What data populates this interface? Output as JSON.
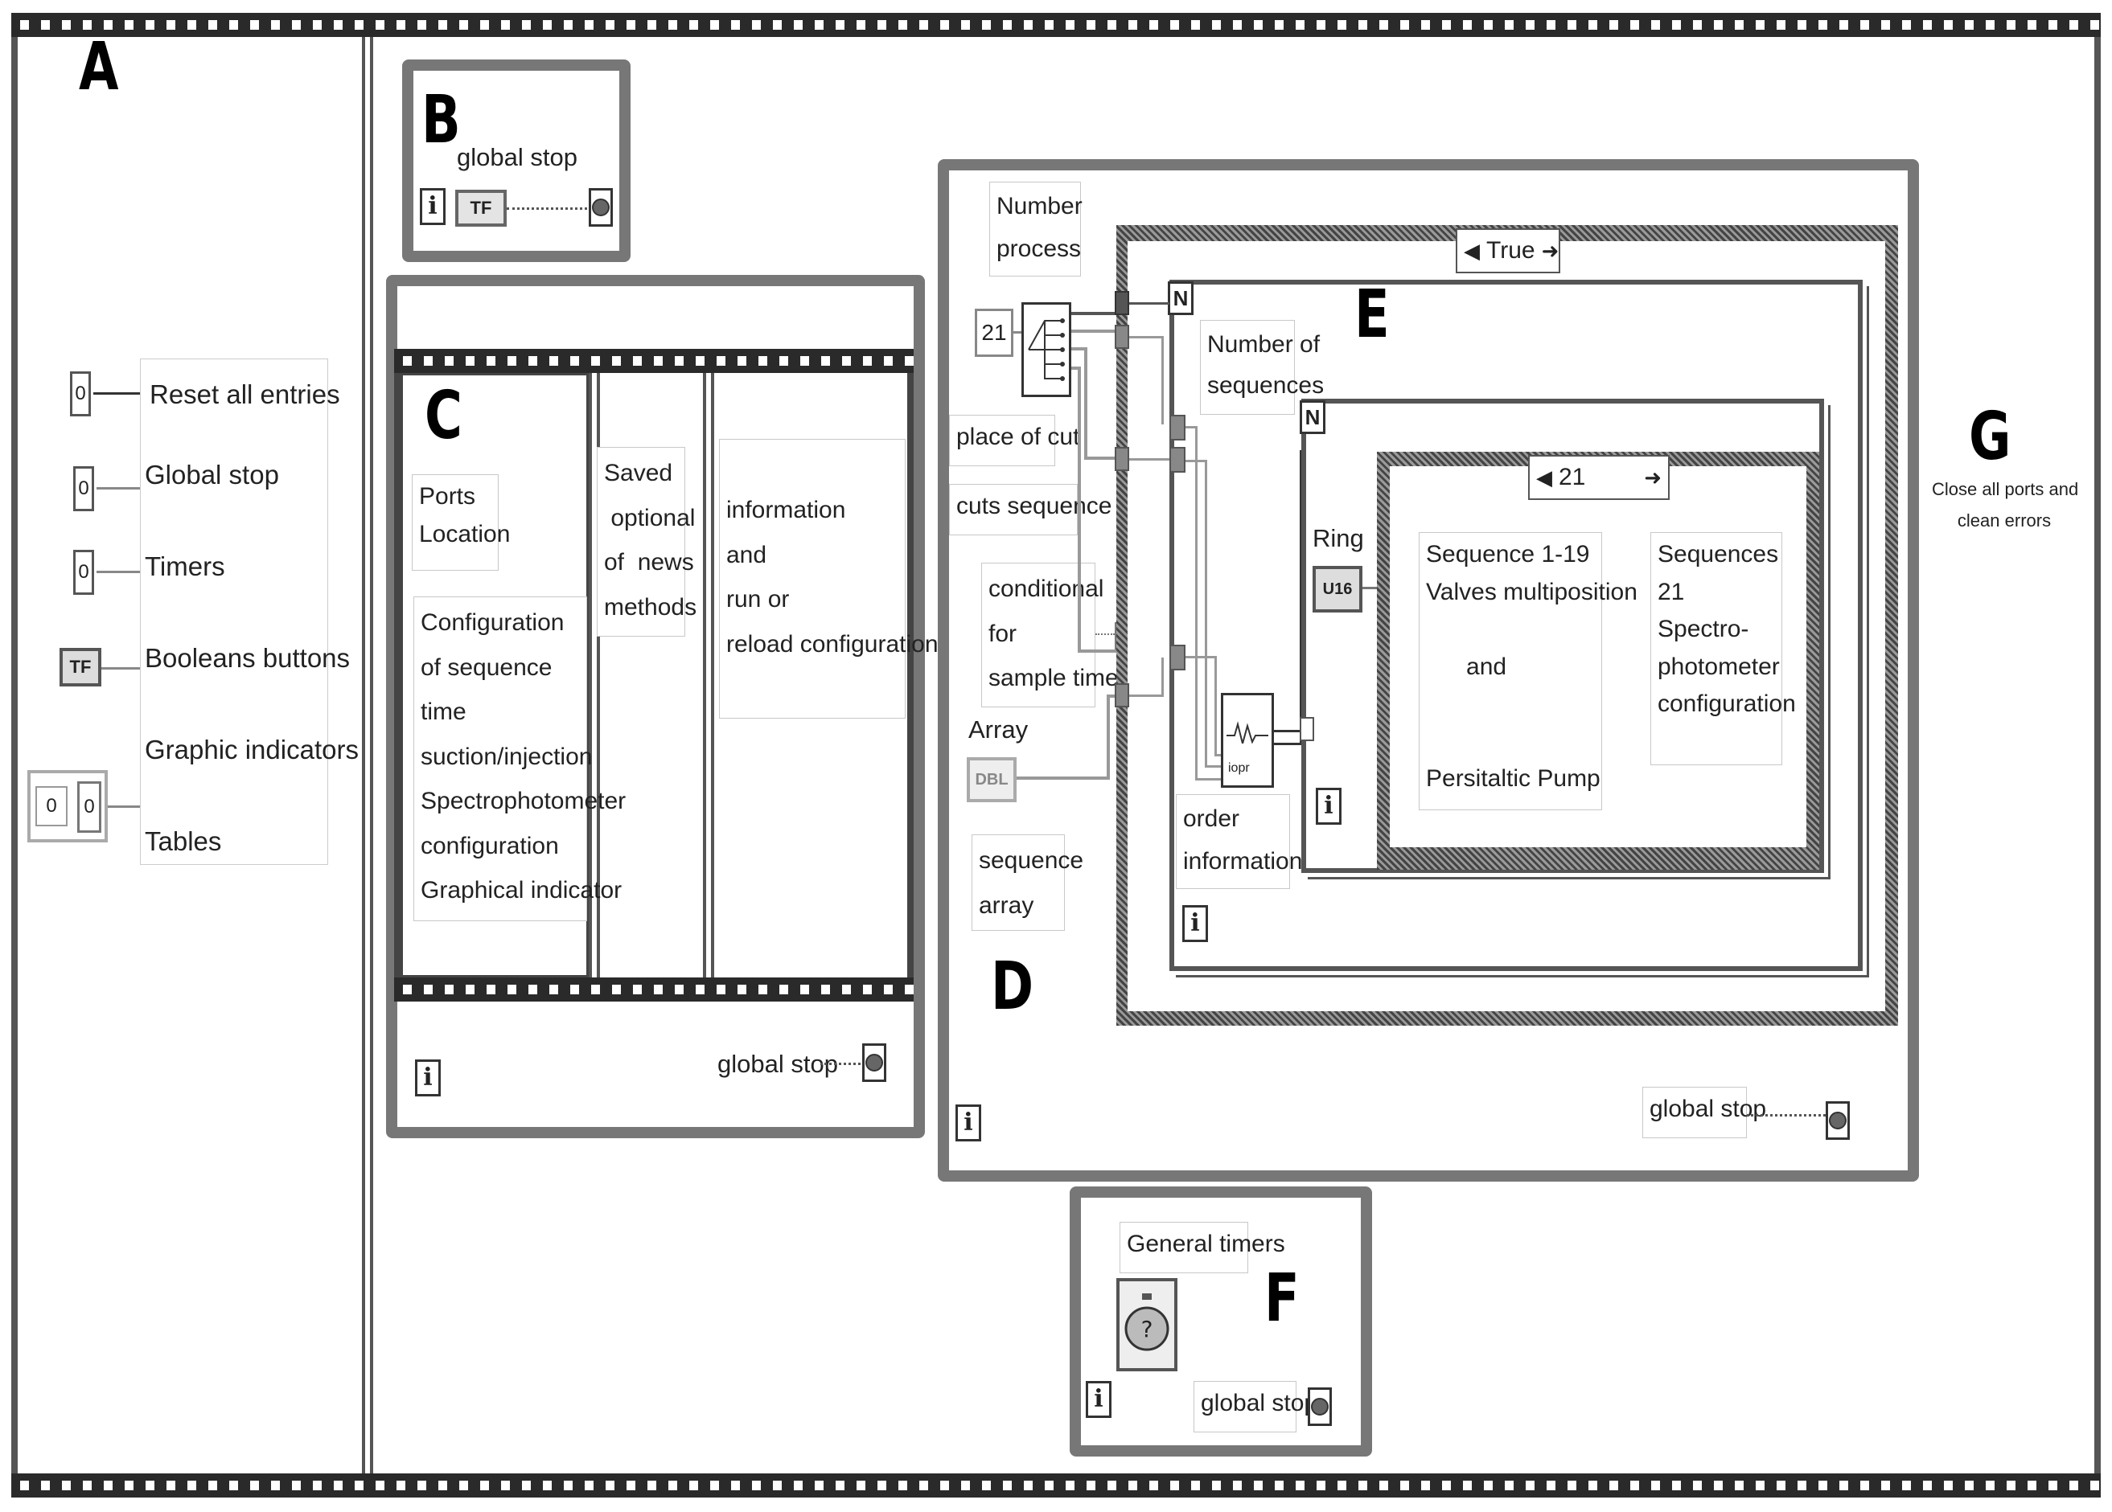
{
  "panel_letters": {
    "a": "A",
    "b": "B",
    "c": "C",
    "d": "D",
    "e": "E",
    "f": "F",
    "g": "G"
  },
  "legend": {
    "numeric_value": "0",
    "boolean_tag": "TF",
    "items": [
      "Reset all entries",
      "Global stop",
      "Timers",
      "Booleans buttons",
      "Graphic indicators",
      "Tables"
    ]
  },
  "panel_b": {
    "label": "global stop",
    "tf_tag": "TF",
    "iteration": "i"
  },
  "panel_c": {
    "col1_label1": "Ports\nLocation",
    "col1_label2": "Configuration\nof sequence\ntime\nsuction/injection\nSpectrophotometer\nconfiguration\nGraphical indicator",
    "col2_label": "Saved\n optional\nof  news\nmethods",
    "col3_label": "information\nand\nrun or\nreload configuration",
    "stop_label": "global stop",
    "iteration": "i"
  },
  "panel_d": {
    "number_process": "Number\nprocess",
    "constant_21": "21",
    "place_of_cut": "place of cut",
    "cuts_sequence": "cuts sequence",
    "conditional": "conditional\nfor\nsample time",
    "array_label": "Array",
    "dbl_tag": "DBL",
    "sequence_array": "sequence\narray",
    "stop_label": "global stop",
    "iteration": "i",
    "case_true": "True",
    "question": "?"
  },
  "panel_e": {
    "n_symbol": "N",
    "number_of_sequences": "Number of\nsequences",
    "ring_label": "Ring",
    "u16_tag": "U16",
    "case_21": "21",
    "seq_1_19": "Sequence 1-19\nValves multiposition\n\n      and\n\n\nPersitaltic Pump",
    "seq_21": "Sequences\n21\nSpectro-\nphotometer\nconfiguration",
    "order_info": "order\ninformation",
    "subvi_tag": "iopr",
    "iteration": "i"
  },
  "panel_f": {
    "general_timers": "General timers",
    "stop_label": "global stop",
    "iteration": "i",
    "timer_symbol": "?"
  },
  "panel_g": {
    "caption": "Close all ports and\nclean errors"
  }
}
